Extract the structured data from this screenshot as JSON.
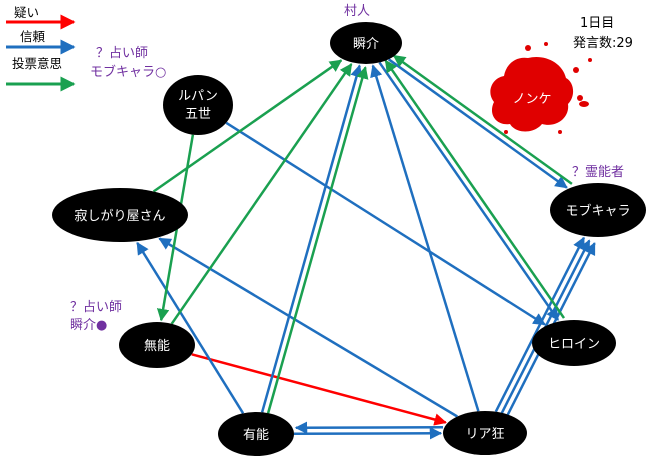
{
  "legend": [
    {
      "label": "疑い",
      "color": "#ff0000"
    },
    {
      "label": "信頼",
      "color": "#1f6fbf"
    },
    {
      "label": "投票意思",
      "color": "#1aa050"
    }
  ],
  "info": {
    "day": "1日目",
    "speech_count": "発言数:29"
  },
  "nodes": {
    "shunsuke": {
      "label": "瞬介",
      "role": "村人"
    },
    "lupin": {
      "label_line1": "ルパン",
      "label_line2": "五世"
    },
    "sabishi": {
      "label": "寂しがり屋さん"
    },
    "munou": {
      "label": "無能"
    },
    "yuunou": {
      "label": "有能"
    },
    "riakyou": {
      "label": "リア狂"
    },
    "heroine": {
      "label": "ヒロイン"
    },
    "mobukyara": {
      "label": "モブキャラ",
      "role": "？霊能者"
    },
    "nonke": {
      "label": "ノンケ",
      "color": "#e00000"
    }
  },
  "claims": {
    "top_left_line1": "？占い師",
    "top_left_line2": "モブキャラ○",
    "mid_left_line1": "？占い師",
    "mid_left_line2": "瞬介●"
  },
  "edges": [
    {
      "from": "munou",
      "to": "riakyou",
      "type": "疑い"
    },
    {
      "from": "shunsuke",
      "to": "mobukyara",
      "type": "信頼"
    },
    {
      "from": "shunsuke",
      "to": "heroine",
      "type": "信頼"
    },
    {
      "from": "lupin",
      "to": "heroine",
      "type": "信頼"
    },
    {
      "from": "yuunou",
      "to": "shunsuke",
      "type": "信頼"
    },
    {
      "from": "yuunou",
      "to": "sabishi",
      "type": "信頼"
    },
    {
      "from": "yuunou",
      "to": "riakyou",
      "type": "信頼"
    },
    {
      "from": "riakyou",
      "to": "yuunou",
      "type": "信頼"
    },
    {
      "from": "riakyou",
      "to": "shunsuke",
      "type": "信頼"
    },
    {
      "from": "riakyou",
      "to": "sabishi",
      "type": "信頼"
    },
    {
      "from": "riakyou",
      "to": "mobukyara",
      "type": "信頼"
    },
    {
      "from": "riakyou",
      "to": "mobukyara",
      "type": "信頼"
    },
    {
      "from": "riakyou",
      "to": "mobukyara",
      "type": "信頼"
    },
    {
      "from": "lupin",
      "to": "munou",
      "type": "投票意思"
    },
    {
      "from": "sabishi",
      "to": "shunsuke",
      "type": "投票意思"
    },
    {
      "from": "munou",
      "to": "shunsuke",
      "type": "投票意思"
    },
    {
      "from": "yuunou",
      "to": "shunsuke",
      "type": "投票意思"
    },
    {
      "from": "heroine",
      "to": "shunsuke",
      "type": "投票意思"
    },
    {
      "from": "mobukyara",
      "to": "shunsuke",
      "type": "投票意思"
    }
  ]
}
